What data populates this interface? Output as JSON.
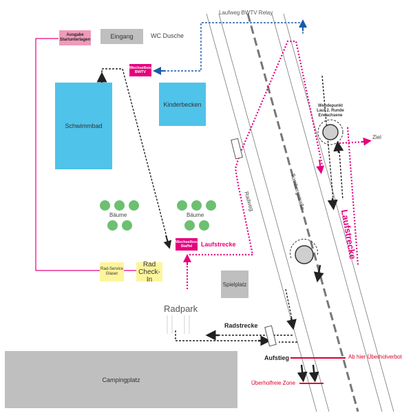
{
  "labels": {
    "relay_path": "Laufweg BWTV Relay",
    "ausgabe": "Ausgabe Startunterlagen",
    "eingang": "Eingang",
    "wc": "WC Dusche",
    "wechsel_bwtv": "Wechselbox BWTV",
    "schwimmbad": "Schwimmbad",
    "kinderbecken": "Kinderbecken",
    "baeume_left": "Bäume",
    "baeume_right": "Bäume",
    "wendepunkt": "Wendepunkt Lauf 2. Runde Erwachsene",
    "ziel": "Ziel",
    "radweg": "Radweg",
    "turnbergstrasse": "Turnbergstraße",
    "laufstrecke_vertical": "Laufstrecke",
    "wechsel_staffel": "Wechselbox Staffel",
    "laufstrecke": "Laufstrecke",
    "rad_service": "Rad-Service Glaser",
    "rad_checkin": "Rad Check-In",
    "spielplatz": "Spielplatz",
    "radpark": "Radpark",
    "radstrecke": "Radstrecke",
    "aufstieg": "Aufstieg",
    "ueberholverbot": "Ab hier Überholverbot",
    "ueberholfreie_zone": "Überholfreie Zone",
    "campingplatz": "Campingplatz"
  },
  "colors": {
    "run_route": "#e6007e",
    "relay_route": "#1a5aa8",
    "bike_route": "#222222",
    "pool": "#4fc3ea",
    "tree": "#6cc070",
    "building": "#bfbfbf",
    "info_box": "#fdf59c",
    "warning_line": "#d9002c"
  },
  "icons": [
    "roundabout-icon",
    "tree-icon",
    "arrow-icon"
  ]
}
